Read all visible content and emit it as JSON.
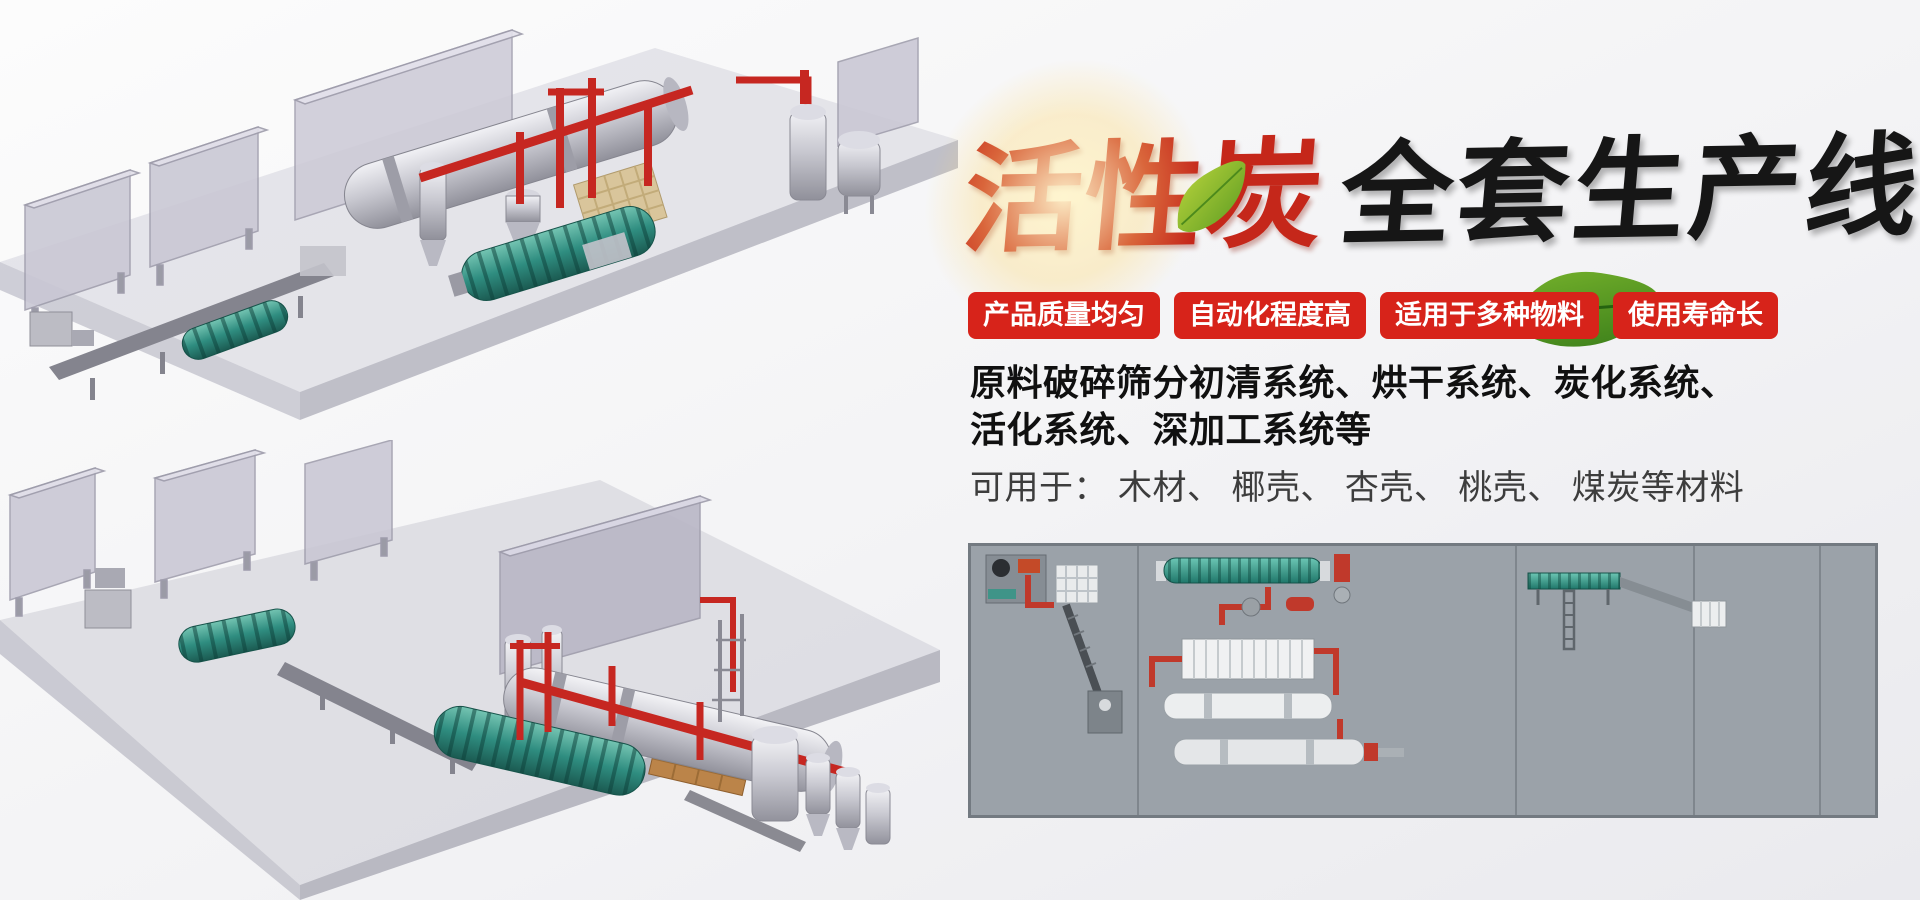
{
  "hero": {
    "title": {
      "red": "活性炭",
      "black": "全套生产线"
    },
    "badges": [
      {
        "label": "产品质量均匀"
      },
      {
        "label": "自动化程度高"
      },
      {
        "label": "适用于多种物料"
      },
      {
        "label": "使用寿命长"
      }
    ],
    "description": {
      "bold_line1": "原料破碎筛分初清系统、烘干系统、炭化系统、",
      "bold_line2": "活化系统、深加工系统等",
      "plain_line": "可用于： 木材、 椰壳、 杏壳、 桃壳、 煤炭等材料"
    }
  },
  "colors": {
    "page_bg": "#f4f4f6",
    "badge_red": "#d7231a",
    "title_red": "#c5271a",
    "title_black": "#161616",
    "pipe_red": "#c62721",
    "teal_drum": "#2f8d80",
    "wall_gray": "#c9c7d4",
    "schematic_bg": "#9ba2a9"
  }
}
